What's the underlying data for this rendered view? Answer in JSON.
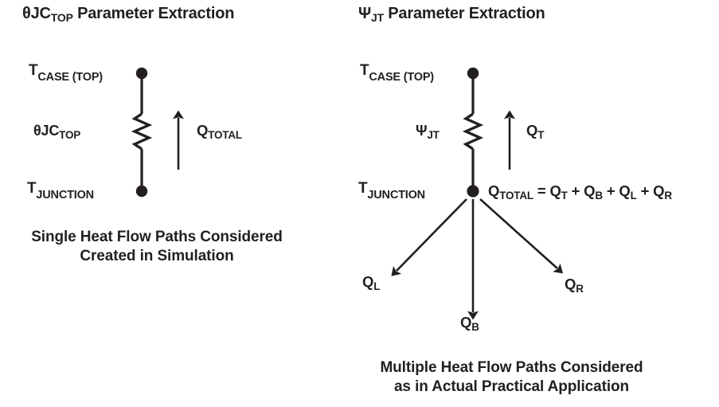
{
  "figure": {
    "background_color": "#ffffff",
    "ink_color": "#231f20"
  },
  "left_panel": {
    "title": {
      "symbol": "θJC",
      "symbol_sub": "TOP",
      "text": " Parameter Extraction"
    },
    "top_node": {
      "label_main": "T",
      "label_sub": "CASE (TOP)"
    },
    "bottom_node": {
      "label_main": "T",
      "label_sub": "JUNCTION"
    },
    "resistor": {
      "label_main": "θJC",
      "label_sub": "TOP"
    },
    "heat_arrow": {
      "label_main": "Q",
      "label_sub": "TOTAL",
      "direction": "up"
    },
    "caption_line1": "Single Heat Flow Paths Considered",
    "caption_line2": "Created in Simulation"
  },
  "right_panel": {
    "title": {
      "symbol": "Ψ",
      "symbol_sub": "JT",
      "text": " Parameter Extraction"
    },
    "top_node": {
      "label_main": "T",
      "label_sub": "CASE (TOP)"
    },
    "junction_node": {
      "label_main": "T",
      "label_sub": "JUNCTION"
    },
    "resistor": {
      "label_main": "Ψ",
      "label_sub": "JT"
    },
    "equation": {
      "lhs_main": "Q",
      "lhs_sub": "TOTAL",
      "eq_sign": " = ",
      "term1_main": "Q",
      "term1_sub": "T",
      "plus1": " + ",
      "term2_main": "Q",
      "term2_sub": "B",
      "plus2": "  + ",
      "term3_main": "Q",
      "term3_sub": "L",
      "plus3": "  + ",
      "term4_main": "Q",
      "term4_sub": "R"
    },
    "arrows": [
      {
        "name": "top",
        "label_main": "Q",
        "label_sub": "T",
        "direction": "up"
      },
      {
        "name": "left",
        "label_main": "Q",
        "label_sub": "L",
        "direction": "down-left"
      },
      {
        "name": "bottom",
        "label_main": "Q",
        "label_sub": "B",
        "direction": "down"
      },
      {
        "name": "right",
        "label_main": "Q",
        "label_sub": "R",
        "direction": "down-right"
      }
    ],
    "caption_line1": "Multiple Heat Flow Paths Considered",
    "caption_line2": "as in Actual Practical Application"
  }
}
